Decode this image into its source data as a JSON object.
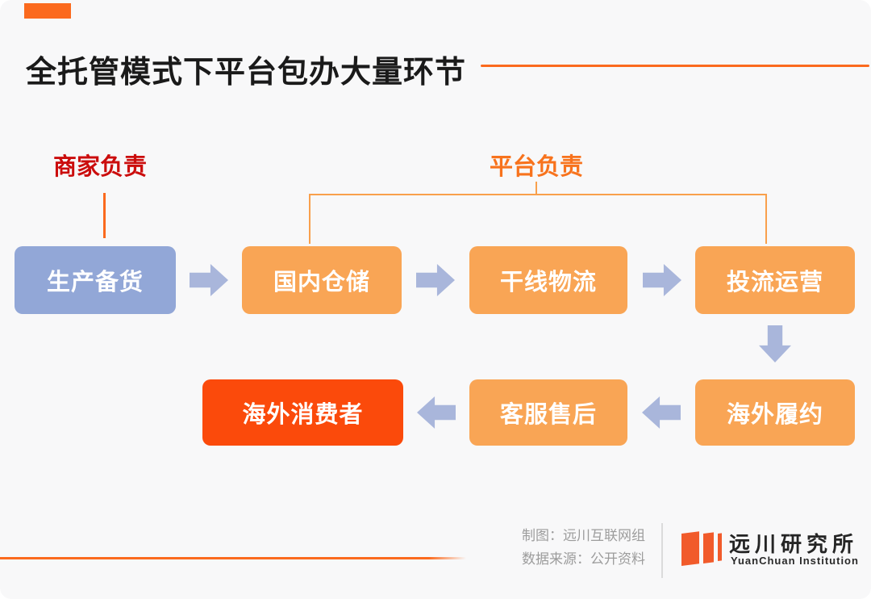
{
  "header": {
    "title": "全托管模式下平台包办大量环节"
  },
  "legend": {
    "merchant_label": "商家负责",
    "platform_label": "平台负责"
  },
  "flow": {
    "row1": [
      {
        "label": "生产备货",
        "owner": "merchant"
      },
      {
        "label": "国内仓储",
        "owner": "platform"
      },
      {
        "label": "干线物流",
        "owner": "platform"
      },
      {
        "label": "投流运营",
        "owner": "platform"
      }
    ],
    "row2": [
      {
        "label": "海外消费者",
        "owner": "consumer"
      },
      {
        "label": "客服售后",
        "owner": "platform"
      },
      {
        "label": "海外履约",
        "owner": "platform"
      }
    ]
  },
  "footer": {
    "credit_line1": "制图：远川互联网组",
    "credit_line2": "数据来源：公开资料",
    "brand_cn": "远川研究所",
    "brand_en": "YuanChuan Institution"
  },
  "colors": {
    "accent": "#FB6A1E",
    "merchant_text": "#CB0D0D",
    "platform_text": "#F8731D",
    "bracket": "#F9A04C",
    "merchant_box": "#92A7D7",
    "platform_box": "#F9A555",
    "consumer_box": "#FB4A0B",
    "arrow": "#A9B6DB",
    "logo": "#F15B2B"
  }
}
